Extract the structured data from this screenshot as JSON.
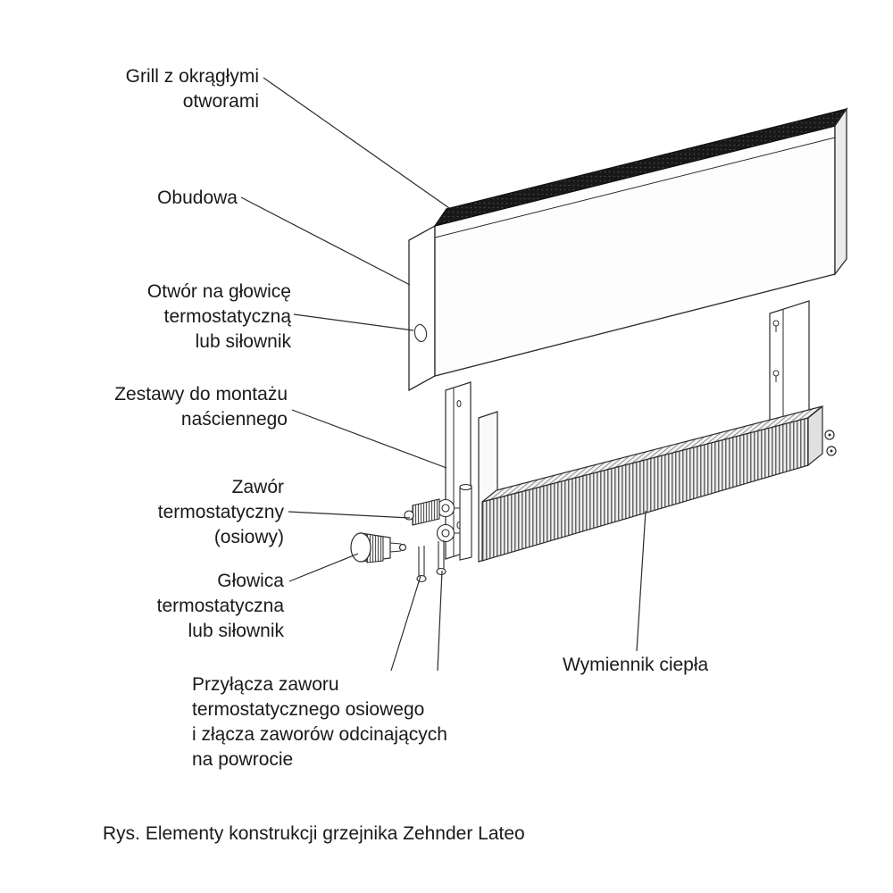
{
  "labels": {
    "grill": "Grill z okrągłymi\notworami",
    "obudowa": "Obudowa",
    "otwor_na_glowice": "Otwór na głowicę\ntermostatyczną\nlub siłownik",
    "zestawy_montazu": "Zestawy do montażu\nnaściennego",
    "zawor_termostatyczny": "Zawór\ntermostatyczny\n(osiowy)",
    "glowica_termostatyczna": "Głowica\ntermostatyczna\nlub siłownik",
    "przylacza": "Przyłącza zaworu\ntermostatycznego osiowego\ni złącza zaworów odcinających\nna powrocie",
    "wymiennik_ciepla": "Wymiennik ciepła"
  },
  "caption": "Rys. Elementy konstrukcji grzejnika Zehnder Lateo",
  "colors": {
    "background": "#ffffff",
    "line": "#2b2b2b",
    "grill_dark": "#181818",
    "text": "#1a1a1a"
  }
}
